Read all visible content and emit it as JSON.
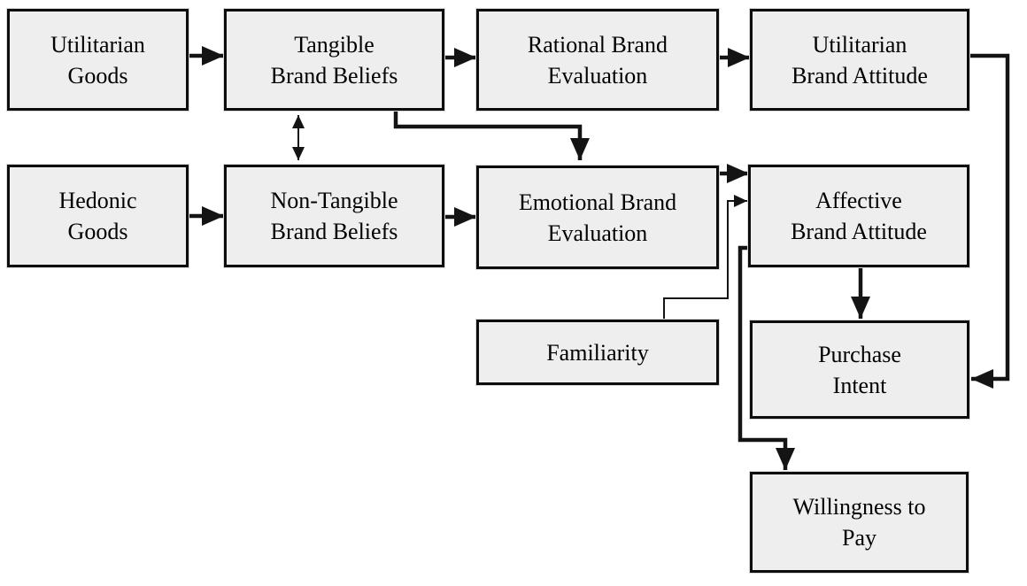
{
  "diagram": {
    "type": "flowchart",
    "background_color": "#ffffff",
    "node_fill_color": "#eeeeee",
    "node_border_color": "#0d0d0d",
    "connector_color": "#141414",
    "nodes": {
      "utilitarian_goods": {
        "label": "Utilitarian Goods",
        "lines": [
          "Utilitarian",
          "Goods"
        ]
      },
      "tangible_brand_beliefs": {
        "label": "Tangible Brand Beliefs",
        "lines": [
          "Tangible",
          "Brand Beliefs"
        ]
      },
      "rational_brand_evaluation": {
        "label": "Rational Brand Evaluation",
        "lines": [
          "Rational Brand",
          "Evaluation"
        ]
      },
      "utilitarian_brand_attitude": {
        "label": "Utilitarian Brand Attitude",
        "lines": [
          "Utilitarian",
          "Brand Attitude"
        ]
      },
      "hedonic_goods": {
        "label": "Hedonic Goods",
        "lines": [
          "Hedonic",
          "Goods"
        ]
      },
      "non_tangible_brand_beliefs": {
        "label": "Non-Tangible Brand Beliefs",
        "lines": [
          "Non-Tangible",
          "Brand Beliefs"
        ]
      },
      "emotional_brand_evaluation": {
        "label": "Emotional Brand Evaluation",
        "lines": [
          "Emotional Brand",
          "Evaluation"
        ]
      },
      "affective_brand_attitude": {
        "label": "Affective Brand Attitude",
        "lines": [
          "Affective",
          "Brand Attitude"
        ]
      },
      "familiarity": {
        "label": "Familiarity",
        "lines": [
          "Familiarity"
        ]
      },
      "purchase_intent": {
        "label": "Purchase Intent",
        "lines": [
          "Purchase",
          "Intent"
        ]
      },
      "willingness_to_pay": {
        "label": "Willingness to Pay",
        "lines": [
          "Willingness to",
          "Pay"
        ]
      }
    },
    "connectors": [
      {
        "from": "utilitarian_goods",
        "to": "tangible_brand_beliefs",
        "style": "thick",
        "arrows": "end"
      },
      {
        "from": "hedonic_goods",
        "to": "non_tangible_brand_beliefs",
        "style": "thick",
        "arrows": "end"
      },
      {
        "from": "tangible_brand_beliefs",
        "to": "rational_brand_evaluation",
        "style": "thick",
        "arrows": "end"
      },
      {
        "from": "non_tangible_brand_beliefs",
        "to": "emotional_brand_evaluation",
        "style": "thick",
        "arrows": "end"
      },
      {
        "from": "rational_brand_evaluation",
        "to": "utilitarian_brand_attitude",
        "style": "thick",
        "arrows": "end"
      },
      {
        "from": "emotional_brand_evaluation",
        "to": "affective_brand_attitude",
        "style": "thick",
        "arrows": "end"
      },
      {
        "from": "tangible_brand_beliefs",
        "to": "non_tangible_brand_beliefs",
        "style": "thin",
        "arrows": "both"
      },
      {
        "from": "tangible_brand_beliefs",
        "to": "emotional_brand_evaluation",
        "style": "thick",
        "arrows": "end"
      },
      {
        "from": "utilitarian_brand_attitude",
        "to": "purchase_intent",
        "style": "thick",
        "arrows": "end"
      },
      {
        "from": "affective_brand_attitude",
        "to": "purchase_intent",
        "style": "thick",
        "arrows": "end"
      },
      {
        "from": "affective_brand_attitude",
        "to": "willingness_to_pay",
        "style": "thick",
        "arrows": "end"
      },
      {
        "from": "familiarity",
        "to": "affective_brand_attitude",
        "style": "thin",
        "arrows": "end"
      }
    ]
  }
}
